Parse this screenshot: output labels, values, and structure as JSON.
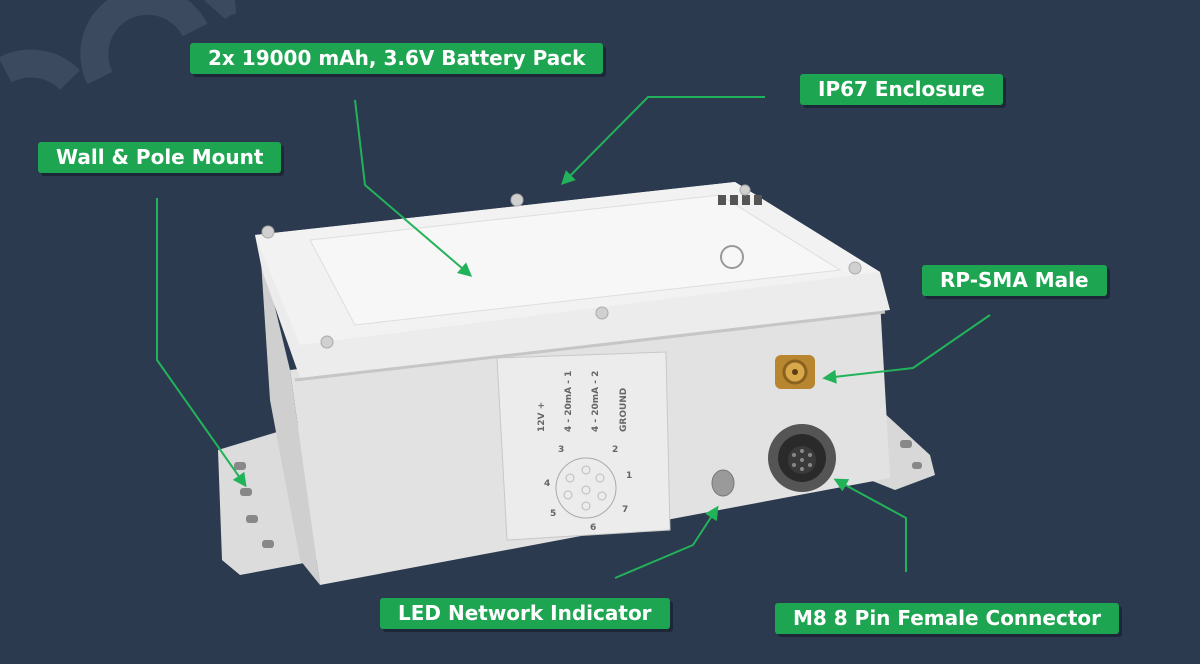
{
  "callouts": {
    "battery": "2x 19000 mAh, 3.6V Battery Pack",
    "enclosure": "IP67 Enclosure",
    "mount": "Wall & Pole Mount",
    "antenna": "RP-SMA Male",
    "led": "LED Network Indicator",
    "connector": "M8 8 Pin Female Connector"
  },
  "pinout_label": {
    "pins": [
      "12V +",
      "4 - 20mA - 1",
      "4 - 20mA - 2",
      "GROUND"
    ],
    "numbers": [
      "1",
      "2",
      "3",
      "4",
      "5",
      "6",
      "7"
    ]
  },
  "colors": {
    "background": "#2b3a4e",
    "callout": "#1ea552",
    "arrow": "#22b35a"
  }
}
